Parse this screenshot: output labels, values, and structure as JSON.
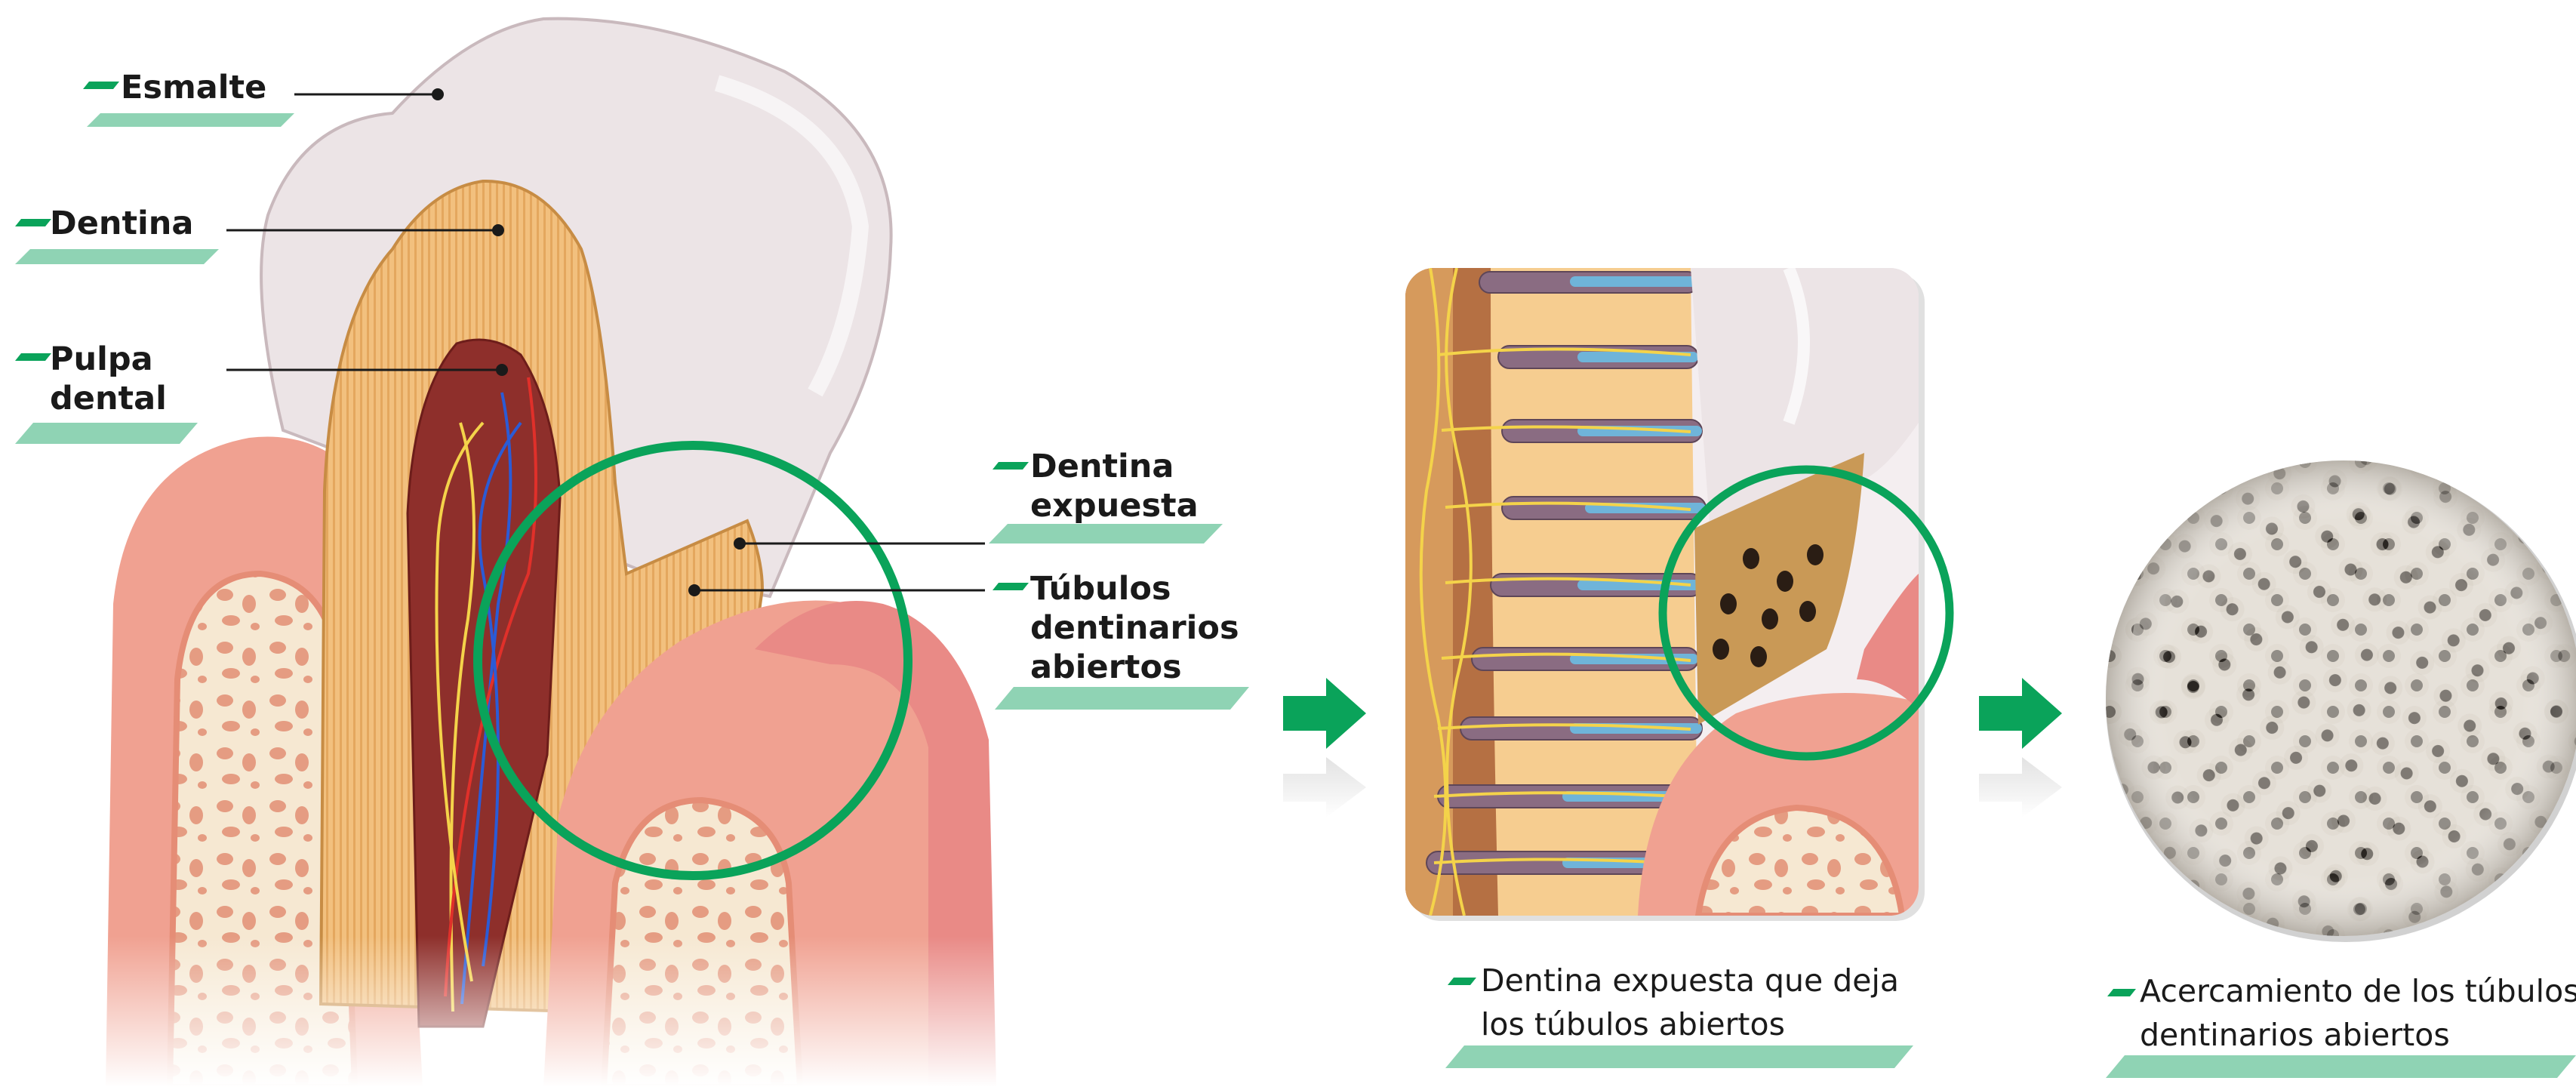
{
  "labels": {
    "esmalte": "Esmalte",
    "dentina": "Dentina",
    "pulpa_line1": "Pulpa",
    "pulpa_line2": "dental",
    "expuesta_line1": "Dentina",
    "expuesta_line2": "expuesta",
    "tubulos_line1": "Túbulos",
    "tubulos_line2": "dentinarios",
    "tubulos_line3": "abiertos"
  },
  "captions": {
    "middle_line1": "Dentina expuesta que deja",
    "middle_line2": "los túbulos abiertos",
    "right_line1": "Acercamiento de los túbulos",
    "right_line2": "dentinarios abiertos"
  },
  "colors": {
    "accent_green": "#0aa35a",
    "label_bar": "#8fd3b4",
    "enamel": "#ece4e6",
    "dentin": "#f2c07e",
    "pulp": "#8e2f2b",
    "gum": "#f0a191",
    "bone": "#f6e8d2",
    "bone_pore": "#e59c82"
  },
  "icons": {
    "arrow": "arrow-right-icon",
    "bullet": "label-bullet-icon"
  }
}
